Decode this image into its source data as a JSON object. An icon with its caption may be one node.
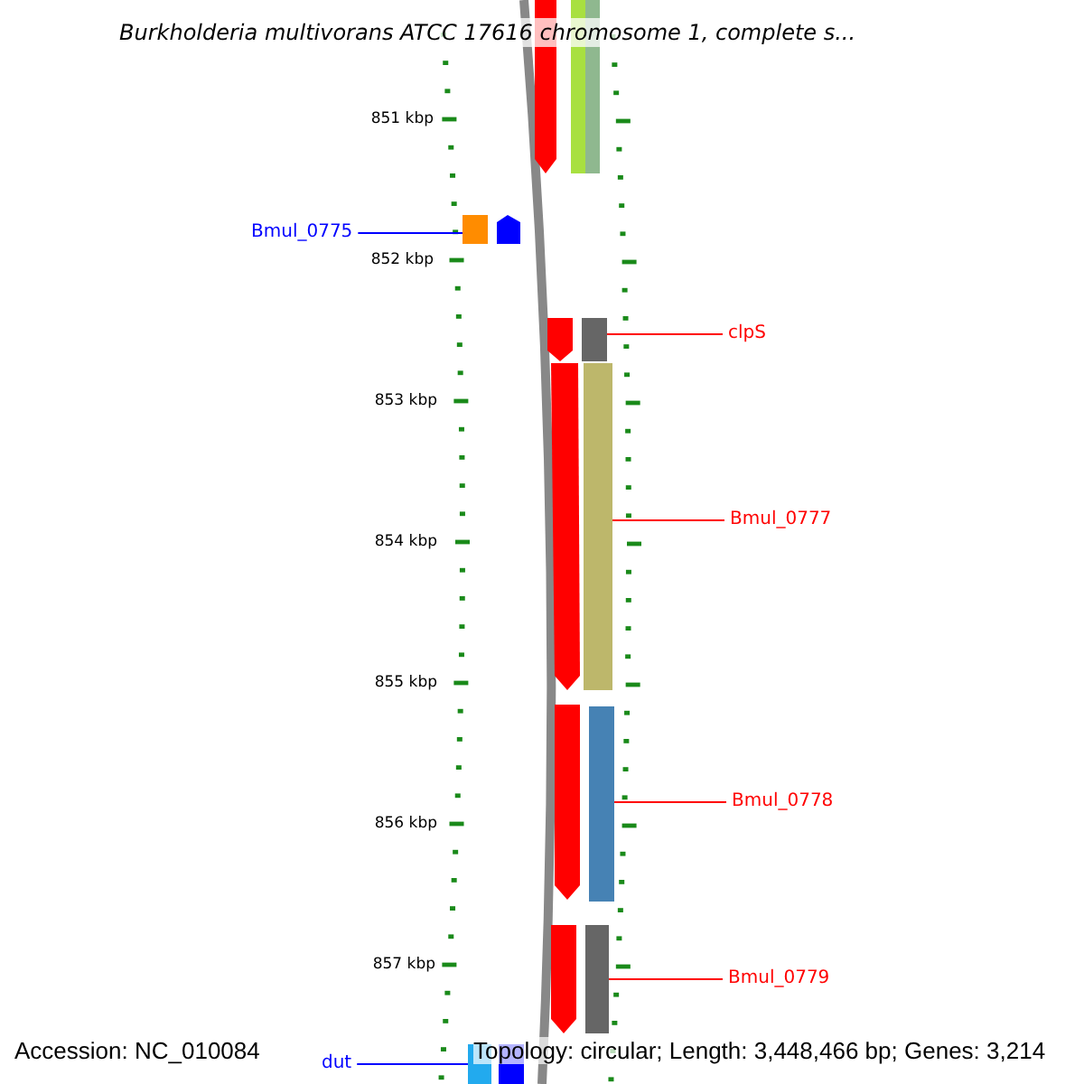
{
  "diagram": {
    "title": "Burkholderia multivorans ATCC 17616 chromosome 1, complete s...",
    "nodes": [
      {
        "text": [
          "Bmul_0775"
        ]
      },
      {
        "text": [],
        "shape": "box"
      },
      {
        "text": [
          "clpS"
        ]
      },
      {
        "text": [],
        "shape": "box"
      },
      {
        "text": [
          "Bmul_0777"
        ]
      },
      {
        "text": [],
        "shape": "box"
      },
      {
        "text": [
          "Bmul_0778"
        ]
      },
      {
        "text": [],
        "shape": "box"
      },
      {
        "text": [
          "Bmul_0779"
        ]
      },
      {
        "text": [],
        "shape": "box"
      },
      {
        "text": [
          "dut"
        ]
      },
      {
        "text": [],
        "shape": "box"
      }
    ],
    "edges": [
      {
        "from": 0,
        "to": 1,
        "arrow": "none",
        "color": "#0000ff"
      },
      {
        "from": 2,
        "to": 3,
        "arrow": "none"
      },
      {
        "from": 4,
        "to": 5,
        "arrow": "none"
      },
      {
        "from": 6,
        "to": 7,
        "arrow": "none"
      },
      {
        "from": 8,
        "to": 9,
        "arrow": "none"
      },
      {
        "from": 10,
        "to": 11,
        "arrow": "none",
        "color": "#0000ff"
      }
    ],
    "labels": [
      "851 kbp",
      "852 kbp",
      "853 kbp",
      "854 kbp",
      "855 kbp",
      "856 kbp",
      "857 kbp",
      "Accession: NC_010084",
      "Topology: circular; Length: 3,448,466 bp; Genes: 3,214"
    ]
  }
}
